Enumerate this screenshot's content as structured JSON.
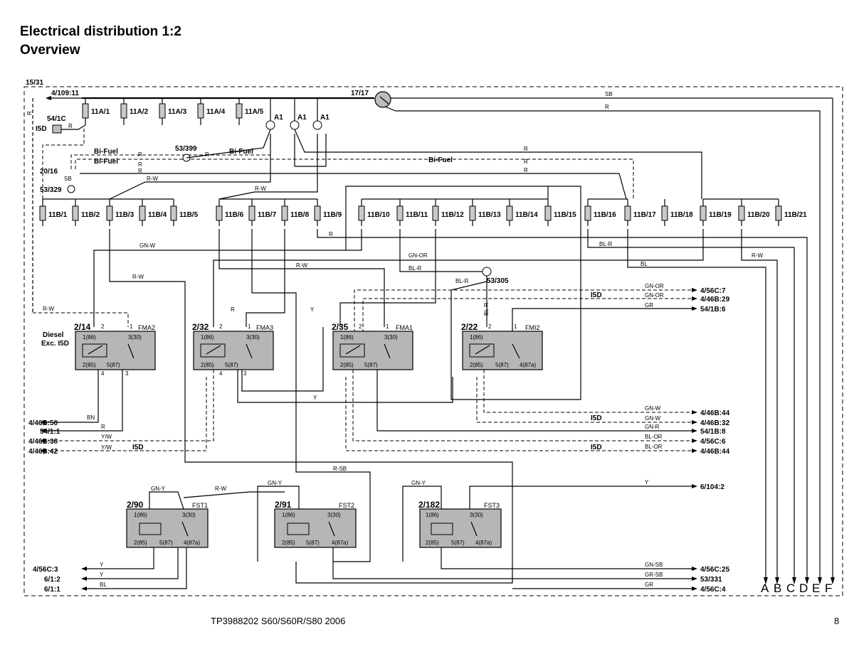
{
  "header": {
    "title": "Electrical distribution 1:2",
    "subtitle": "Overview"
  },
  "footer": {
    "doc": "TP3988202 S60/S60R/S80 2006",
    "page": "8"
  },
  "diagram": {
    "supply": "15/31",
    "feed_in": "4/109:11",
    "ground_point": "17/17",
    "fuses_a": [
      "11A/1",
      "11A/2",
      "11A/3",
      "11A/4",
      "11A/5"
    ],
    "fuses_b": [
      "11B/1",
      "11B/2",
      "11B/3",
      "11B/4",
      "11B/5",
      "11B/6",
      "11B/7",
      "11B/8",
      "11B/9",
      "11B/10",
      "11B/11",
      "11B/12",
      "11B/13",
      "11B/14",
      "11B/15",
      "11B/16",
      "11B/17",
      "11B/18",
      "11B/19",
      "11B/20",
      "11B/21"
    ],
    "a1_taps": [
      "A1",
      "A1",
      "A1"
    ],
    "components": {
      "c54_1c": "54/1C",
      "i5d": "I5D",
      "c53_399": "53/399",
      "c20_16": "20/16",
      "c53_329": "53/329",
      "c53_305": "53/305",
      "bifuel": "Bi-Fuel",
      "diesel_note_1": "Diesel",
      "diesel_note_2": "Exc. I5D"
    },
    "relays": [
      {
        "id": "2/14",
        "type": "FMA2"
      },
      {
        "id": "2/32",
        "type": "FMA3"
      },
      {
        "id": "2/35",
        "type": "FMA1"
      },
      {
        "id": "2/22",
        "type": "FMI2"
      },
      {
        "id": "2/90",
        "type": "FST1"
      },
      {
        "id": "2/91",
        "type": "FST2"
      },
      {
        "id": "2/182",
        "type": "FST3"
      }
    ],
    "pins": {
      "p86": "1(86)",
      "p30": "3(30)",
      "p85": "2(85)",
      "p87": "5(87)",
      "p87a": "4(87a)"
    },
    "left_connectors": [
      "4/46B:50",
      "54/1:1",
      "4/46B:38",
      "4/46B:42",
      "4/56C:3",
      "6/1:2",
      "6/1:1"
    ],
    "right_connectors": [
      "4/56C:7",
      "4/46B:29",
      "54/1B:6",
      "4/46B:44",
      "4/46B:32",
      "54/1B:8",
      "4/56C:6",
      "4/46B:44",
      "6/104:2",
      "4/56C:25",
      "53/331",
      "4/56C:4"
    ],
    "columns": [
      "A",
      "B",
      "C",
      "D",
      "E",
      "F"
    ],
    "wire_colors": {
      "sb": "SB",
      "r": "R",
      "rw": "R-W",
      "gnw": "GN-W",
      "gnor": "GN-OR",
      "blr": "BL-R",
      "bl": "BL",
      "y": "Y",
      "gr": "GR",
      "bn": "BN",
      "yw": "Y/W",
      "gnr": "GN-R",
      "blor": "BL-OR",
      "rsb": "R-SB",
      "gny": "GN-Y",
      "gnsb": "GN-SB",
      "grsb": "GR-SB"
    }
  }
}
